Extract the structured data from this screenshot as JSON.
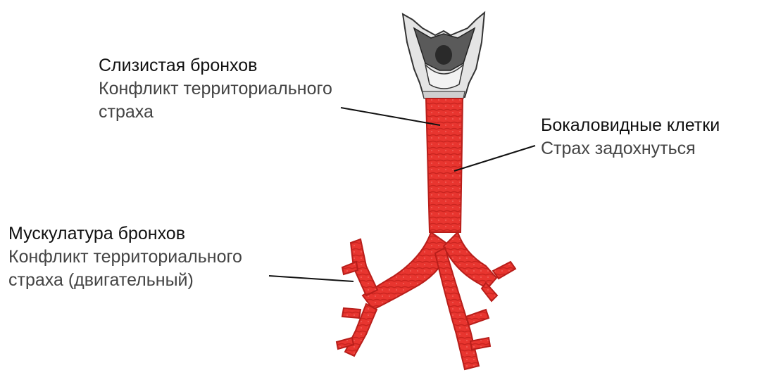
{
  "colors": {
    "airway": "#e8352f",
    "airway_dark": "#b81e1a",
    "cartilage": "#d8d8d8",
    "leader": "#111111",
    "title_text": "#111111",
    "sub_text": "#444444"
  },
  "labels": {
    "mucosa": {
      "title": "Слизистая бронхов",
      "line1": "Конфликт территориального",
      "line2": "страха"
    },
    "goblet": {
      "title": "Бокаловидные клетки",
      "line1": "Страх задохнуться"
    },
    "muscle": {
      "title": "Мускулатура бронхов",
      "line1": "Конфликт территориального",
      "line2": "страха (двигательный)"
    }
  }
}
